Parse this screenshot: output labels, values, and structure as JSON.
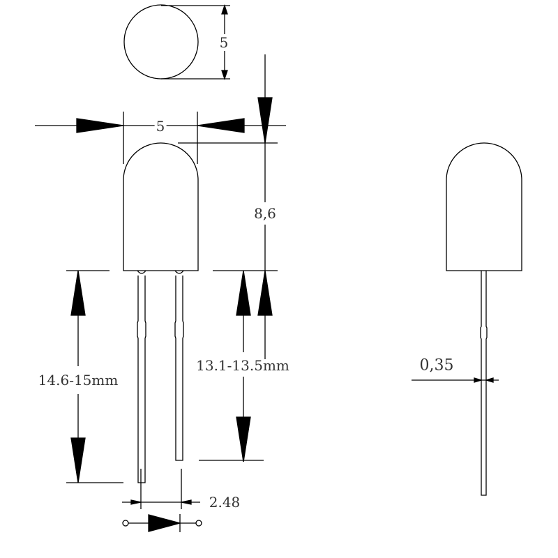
{
  "drawing": {
    "top_view_diameter": "5",
    "body_width": "5",
    "body_height": "8,6",
    "long_lead_length": "14.6-15mm",
    "short_lead_length": "13.1-13.5mm",
    "lead_spacing": "2.48",
    "lead_thickness": "0,35"
  },
  "symbol": {
    "type": "diode-icon"
  },
  "colors": {
    "line": "#000000",
    "text": "#333333",
    "background": "#ffffff"
  }
}
